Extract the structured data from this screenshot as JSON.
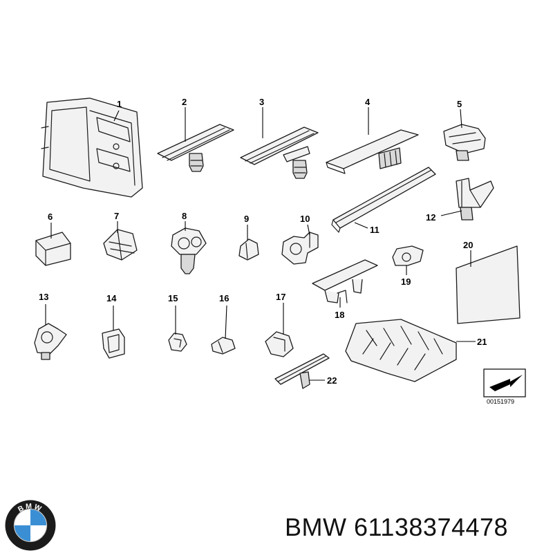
{
  "callouts": {
    "c1": "1",
    "c2": "2",
    "c3": "3",
    "c4": "4",
    "c5": "5",
    "c6": "6",
    "c7": "7",
    "c8": "8",
    "c9": "9",
    "c10": "10",
    "c11": "11",
    "c12": "12",
    "c13": "13",
    "c14": "14",
    "c15": "15",
    "c16": "16",
    "c17": "17",
    "c18": "18",
    "c19": "19",
    "c20": "20",
    "c21": "21",
    "c22": "22"
  },
  "diagram_ref": "00151979",
  "logo": {
    "letters": "BMW",
    "colors": {
      "blue": "#3a8fd4",
      "white": "#ffffff",
      "ring": "#1b1b1b"
    }
  },
  "brand_label": "BMW 61138374478"
}
